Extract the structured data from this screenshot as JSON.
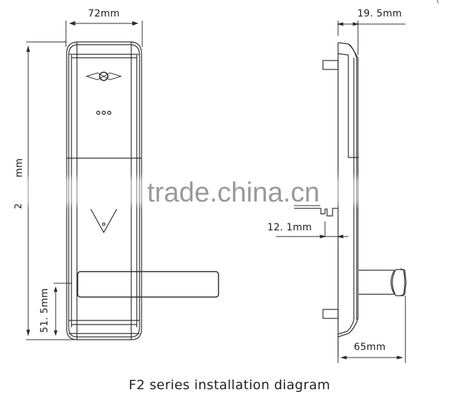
{
  "caption": "F2 series installation diagram",
  "watermark": "trade.china.cn",
  "front_view": {
    "dimensions": {
      "width": "72mm",
      "height_partial": "mm",
      "height_digit_visible": "2",
      "handle_height": "51. 5mm"
    },
    "features": [
      "logo-emblem",
      "indicator-lights",
      "card-slot",
      "lever-handle"
    ]
  },
  "side_view": {
    "dimensions": {
      "depth_top": "19. 5mm",
      "spindle_offset": "12. 1mm",
      "handle_projection": "65mm"
    },
    "features": [
      "mounting-post-top",
      "spindle",
      "handle-end",
      "mounting-post-bottom"
    ]
  },
  "colors": {
    "line": "#2a2a2a",
    "text": "#1a1a1a",
    "watermark": "#8f8f8f",
    "background": "#ffffff"
  }
}
